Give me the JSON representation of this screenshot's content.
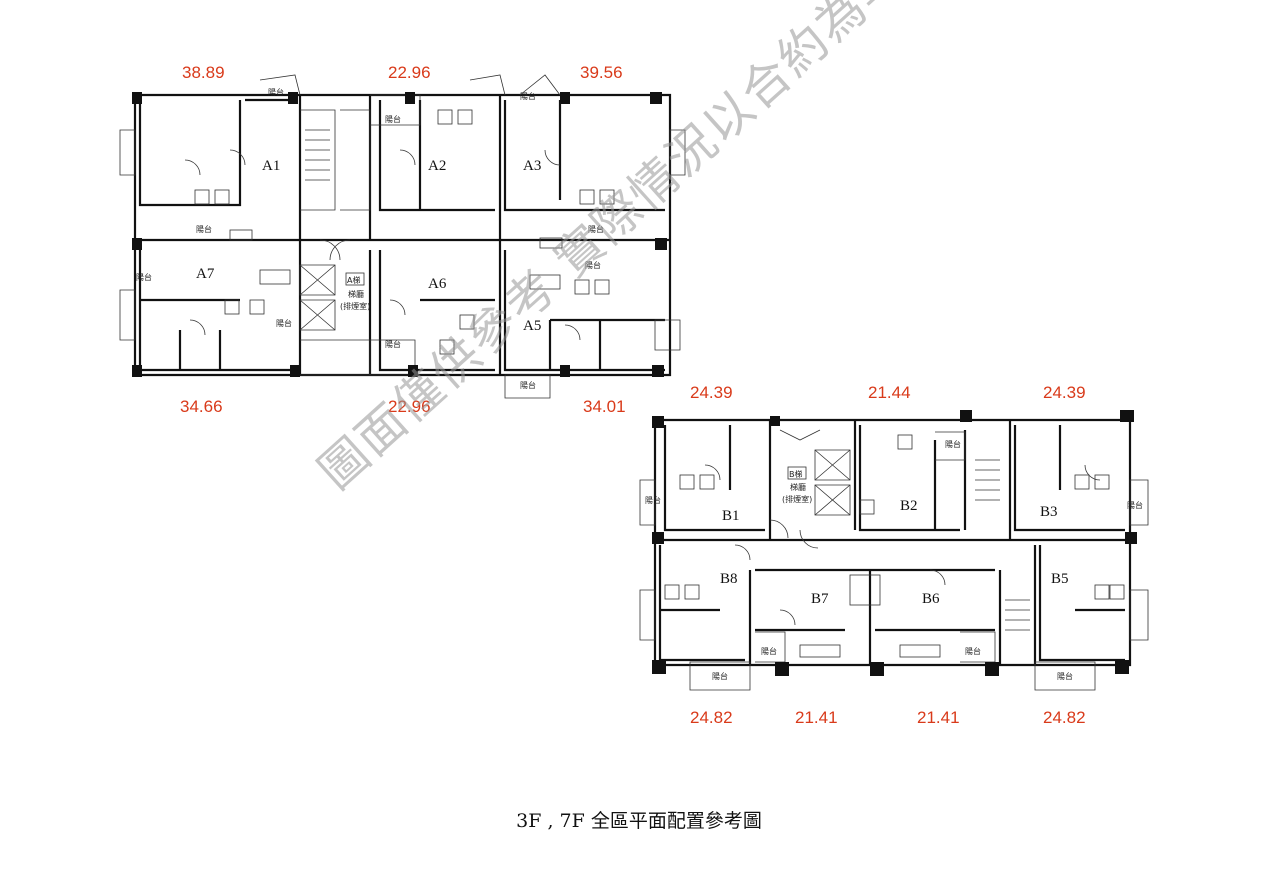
{
  "diagram": {
    "caption": "3F , 7F  全區平面配置參考圖",
    "watermark": "圖面僅供參考 實際情況以合約為準",
    "building_a": {
      "areas_top": [
        "38.89",
        "22.96",
        "39.56"
      ],
      "areas_bottom": [
        "34.66",
        "22.96",
        "34.01"
      ],
      "units": [
        "A1",
        "A2",
        "A3",
        "A5",
        "A6",
        "A7"
      ],
      "core_label": "A梯",
      "core_sub1": "梯廳",
      "core_sub2": "(排煙室)",
      "balcony_label": "陽台"
    },
    "building_b": {
      "areas_top": [
        "24.39",
        "21.44",
        "24.39"
      ],
      "areas_bottom": [
        "24.82",
        "21.41",
        "21.41",
        "24.82"
      ],
      "units": [
        "B1",
        "B2",
        "B3",
        "B5",
        "B6",
        "B7",
        "B8"
      ],
      "core_label": "B梯",
      "core_sub1": "梯廳",
      "core_sub2": "(排煙室)",
      "balcony_label": "陽台"
    }
  }
}
